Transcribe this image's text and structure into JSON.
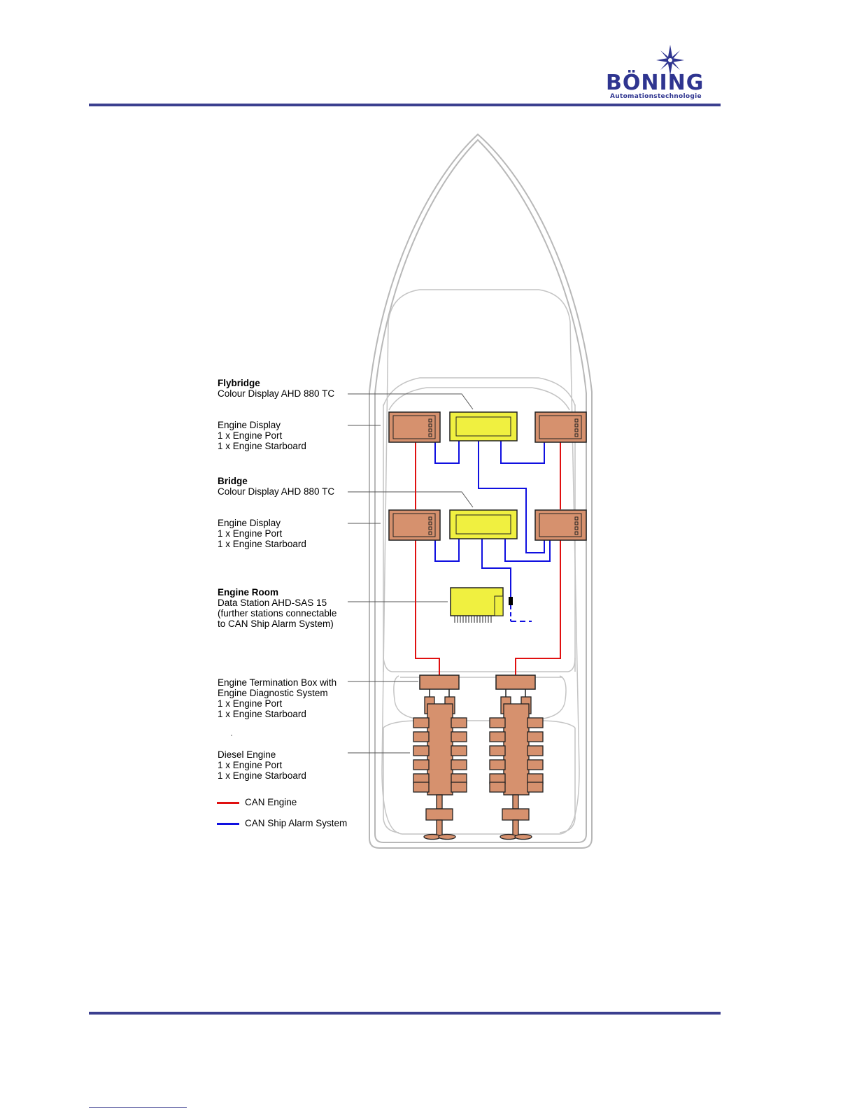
{
  "header": {
    "logo_word": "BÖNING",
    "logo_sub": "Automationstechnologie"
  },
  "colors": {
    "rule": "#3b3f8f",
    "engine_display": "#d6916e",
    "colour_display": "#f0f040",
    "can_engine": "#e01010",
    "can_alarm": "#1010e0",
    "hull_outline": "#b8b8b8"
  },
  "labels": {
    "flybridge_title": "Flybridge",
    "flybridge_colour": "Colour Display AHD 880 TC",
    "flybridge_engine_display": "Engine Display",
    "flybridge_engine_port": "1 x Engine Port",
    "flybridge_engine_starboard": "1 x Engine Starboard",
    "bridge_title": "Bridge",
    "bridge_colour": "Colour Display AHD 880 TC",
    "bridge_engine_display": "Engine Display",
    "bridge_engine_port": "1 x Engine Port",
    "bridge_engine_starboard": "1 x Engine Starboard",
    "engine_room_title": "Engine Room",
    "engine_room_station": "Data Station AHD-SAS 15",
    "engine_room_note1": "(further stations connectable",
    "engine_room_note2": "to CAN Ship Alarm System)",
    "termination_line1": "Engine Termination Box with",
    "termination_line2": "Engine Diagnostic System",
    "termination_port": "1 x Engine Port",
    "termination_starboard": "1 x Engine Starboard",
    "diesel_title": "Diesel Engine",
    "diesel_port": "1 x Engine Port",
    "diesel_starboard": "1 x Engine Starboard"
  },
  "legend": {
    "can_engine": "CAN Engine",
    "can_alarm": "CAN Ship Alarm System"
  }
}
